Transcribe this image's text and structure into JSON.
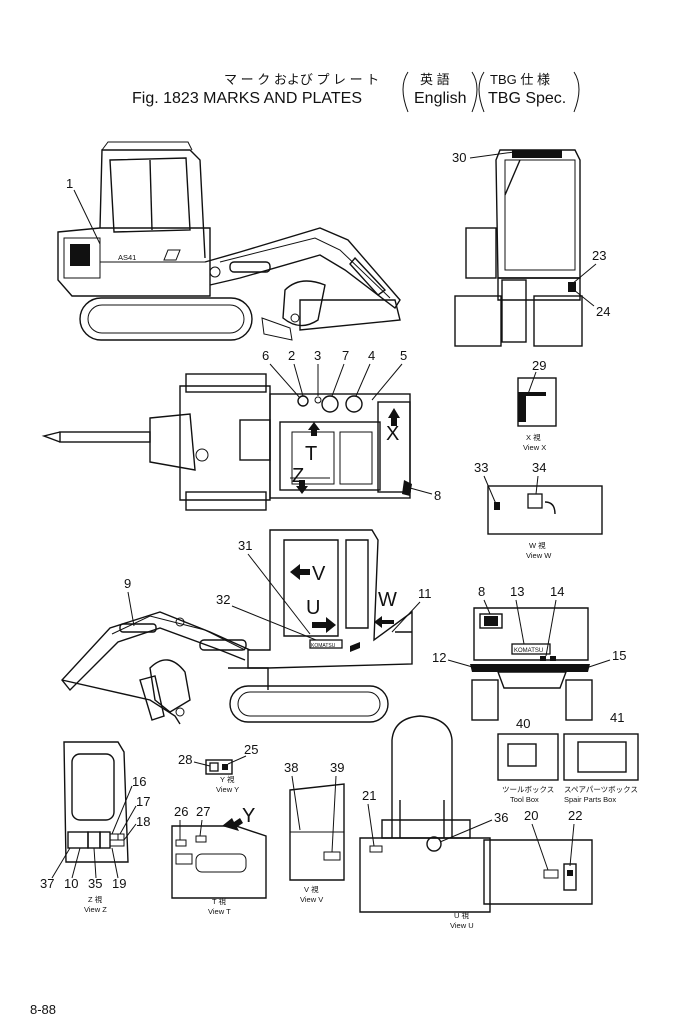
{
  "title": {
    "jp": "マ ー ク および プ レ ー ト",
    "fig": "Fig. 1823 MARKS AND PLATES",
    "lang_jp": "英 語",
    "lang_en": "English",
    "spec_jp": "TBG 仕 様",
    "spec_en": "TBG Spec."
  },
  "machine_text": {
    "side_model": "AS41",
    "plate_brand": "KOMATSU",
    "rear_brand": "KOMATSU"
  },
  "cab_letters": {
    "v": "V",
    "u": "U",
    "w": "W",
    "x": "X",
    "t": "T",
    "z": "Z",
    "y": "Y"
  },
  "views": {
    "x": {
      "jp": "X 視",
      "en": "View X"
    },
    "w": {
      "jp": "W 視",
      "en": "View W"
    },
    "y": {
      "jp": "Y 視",
      "en": "View Y"
    },
    "z": {
      "jp": "Z 視",
      "en": "View Z"
    },
    "t": {
      "jp": "T 視",
      "en": "View T"
    },
    "v": {
      "jp": "V 視",
      "en": "View V"
    },
    "u": {
      "jp": "U 視",
      "en": "View U"
    }
  },
  "boxes": {
    "tool_jp": "ツールボックス",
    "tool_en": "Tool Box",
    "spare_jp": "スペアパーツボックス",
    "spare_en": "Spair Parts Box"
  },
  "callouts": [
    "1",
    "2",
    "3",
    "4",
    "5",
    "6",
    "7",
    "8",
    "8",
    "9",
    "10",
    "11",
    "12",
    "13",
    "14",
    "15",
    "16",
    "17",
    "18",
    "19",
    "20",
    "21",
    "22",
    "23",
    "24",
    "25",
    "26",
    "27",
    "28",
    "29",
    "30",
    "31",
    "32",
    "33",
    "34",
    "35",
    "36",
    "37",
    "38",
    "39",
    "40",
    "41"
  ],
  "page_number": "8-88"
}
